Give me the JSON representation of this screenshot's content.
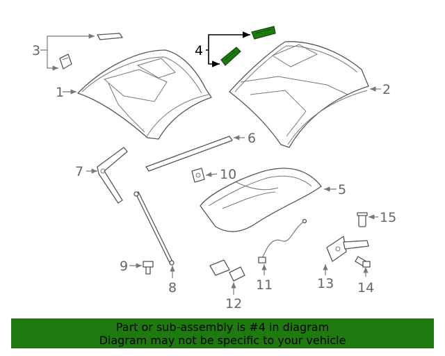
{
  "diagram": {
    "callouts": [
      {
        "label": "1",
        "highlighted": false
      },
      {
        "label": "2",
        "highlighted": false
      },
      {
        "label": "3",
        "highlighted": false
      },
      {
        "label": "4",
        "highlighted": true
      },
      {
        "label": "5",
        "highlighted": false
      },
      {
        "label": "6",
        "highlighted": false
      },
      {
        "label": "7",
        "highlighted": false
      },
      {
        "label": "8",
        "highlighted": false
      },
      {
        "label": "9",
        "highlighted": false
      },
      {
        "label": "10",
        "highlighted": false
      },
      {
        "label": "11",
        "highlighted": false
      },
      {
        "label": "12",
        "highlighted": false
      },
      {
        "label": "13",
        "highlighted": false
      },
      {
        "label": "14",
        "highlighted": false
      },
      {
        "label": "15",
        "highlighted": false
      }
    ],
    "highlight_color": "#1e7a0e"
  },
  "banner": {
    "line1": "Part or sub-assembly is #4 in diagram",
    "line2": "Diagram may not be specific to your vehicle",
    "background": "#1e7a0e"
  }
}
